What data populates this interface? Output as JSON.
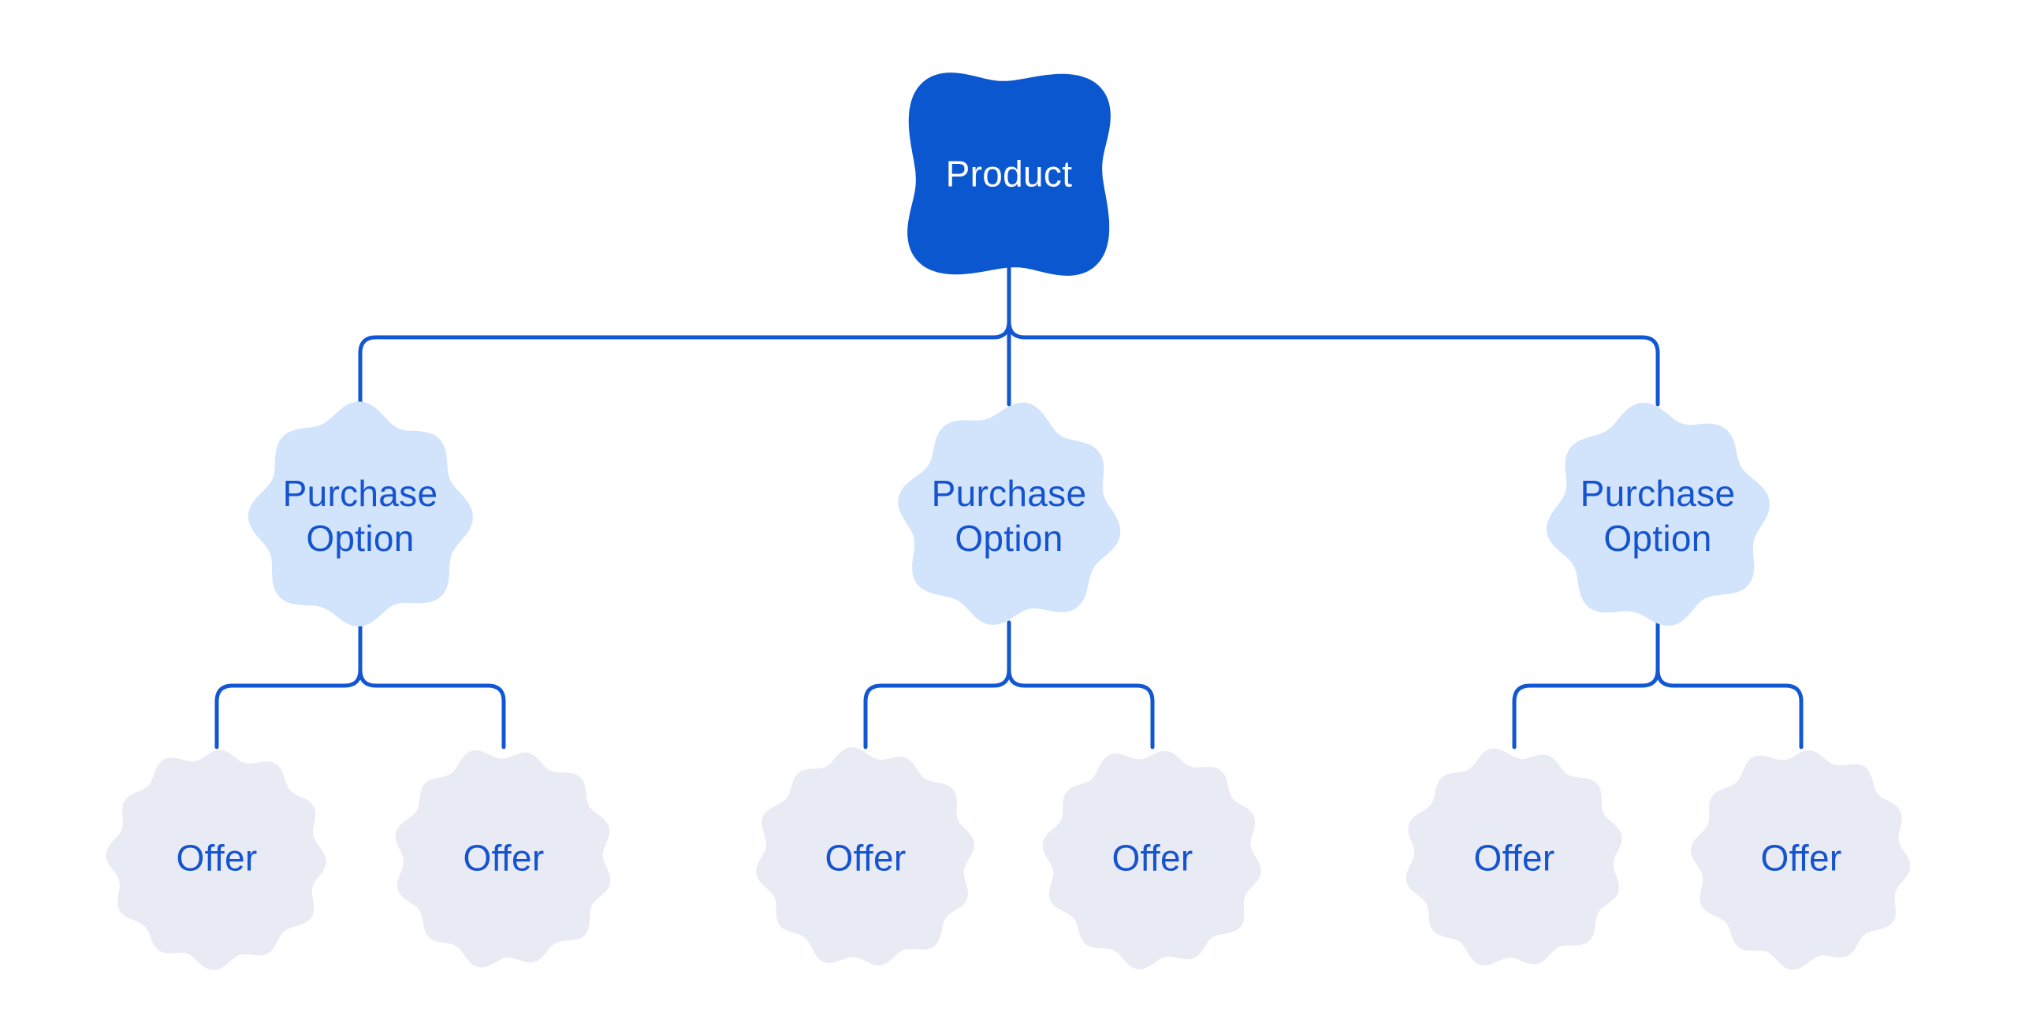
{
  "colors": {
    "background": "#ffffff",
    "node-primary": "#0b57d0",
    "node-secondary": "#d2e3fc",
    "node-tertiary": "#e8eaf4",
    "connector": "#1257d1",
    "label-on-dark": "#ffffff",
    "label-on-light": "#1553cf"
  },
  "nodes": {
    "root": {
      "label": "Product"
    },
    "purchase_options": [
      {
        "label": "Purchase Option"
      },
      {
        "label": "Purchase Option"
      },
      {
        "label": "Purchase Option"
      }
    ],
    "offers": [
      {
        "label": "Offer"
      },
      {
        "label": "Offer"
      },
      {
        "label": "Offer"
      },
      {
        "label": "Offer"
      },
      {
        "label": "Offer"
      },
      {
        "label": "Offer"
      }
    ]
  }
}
